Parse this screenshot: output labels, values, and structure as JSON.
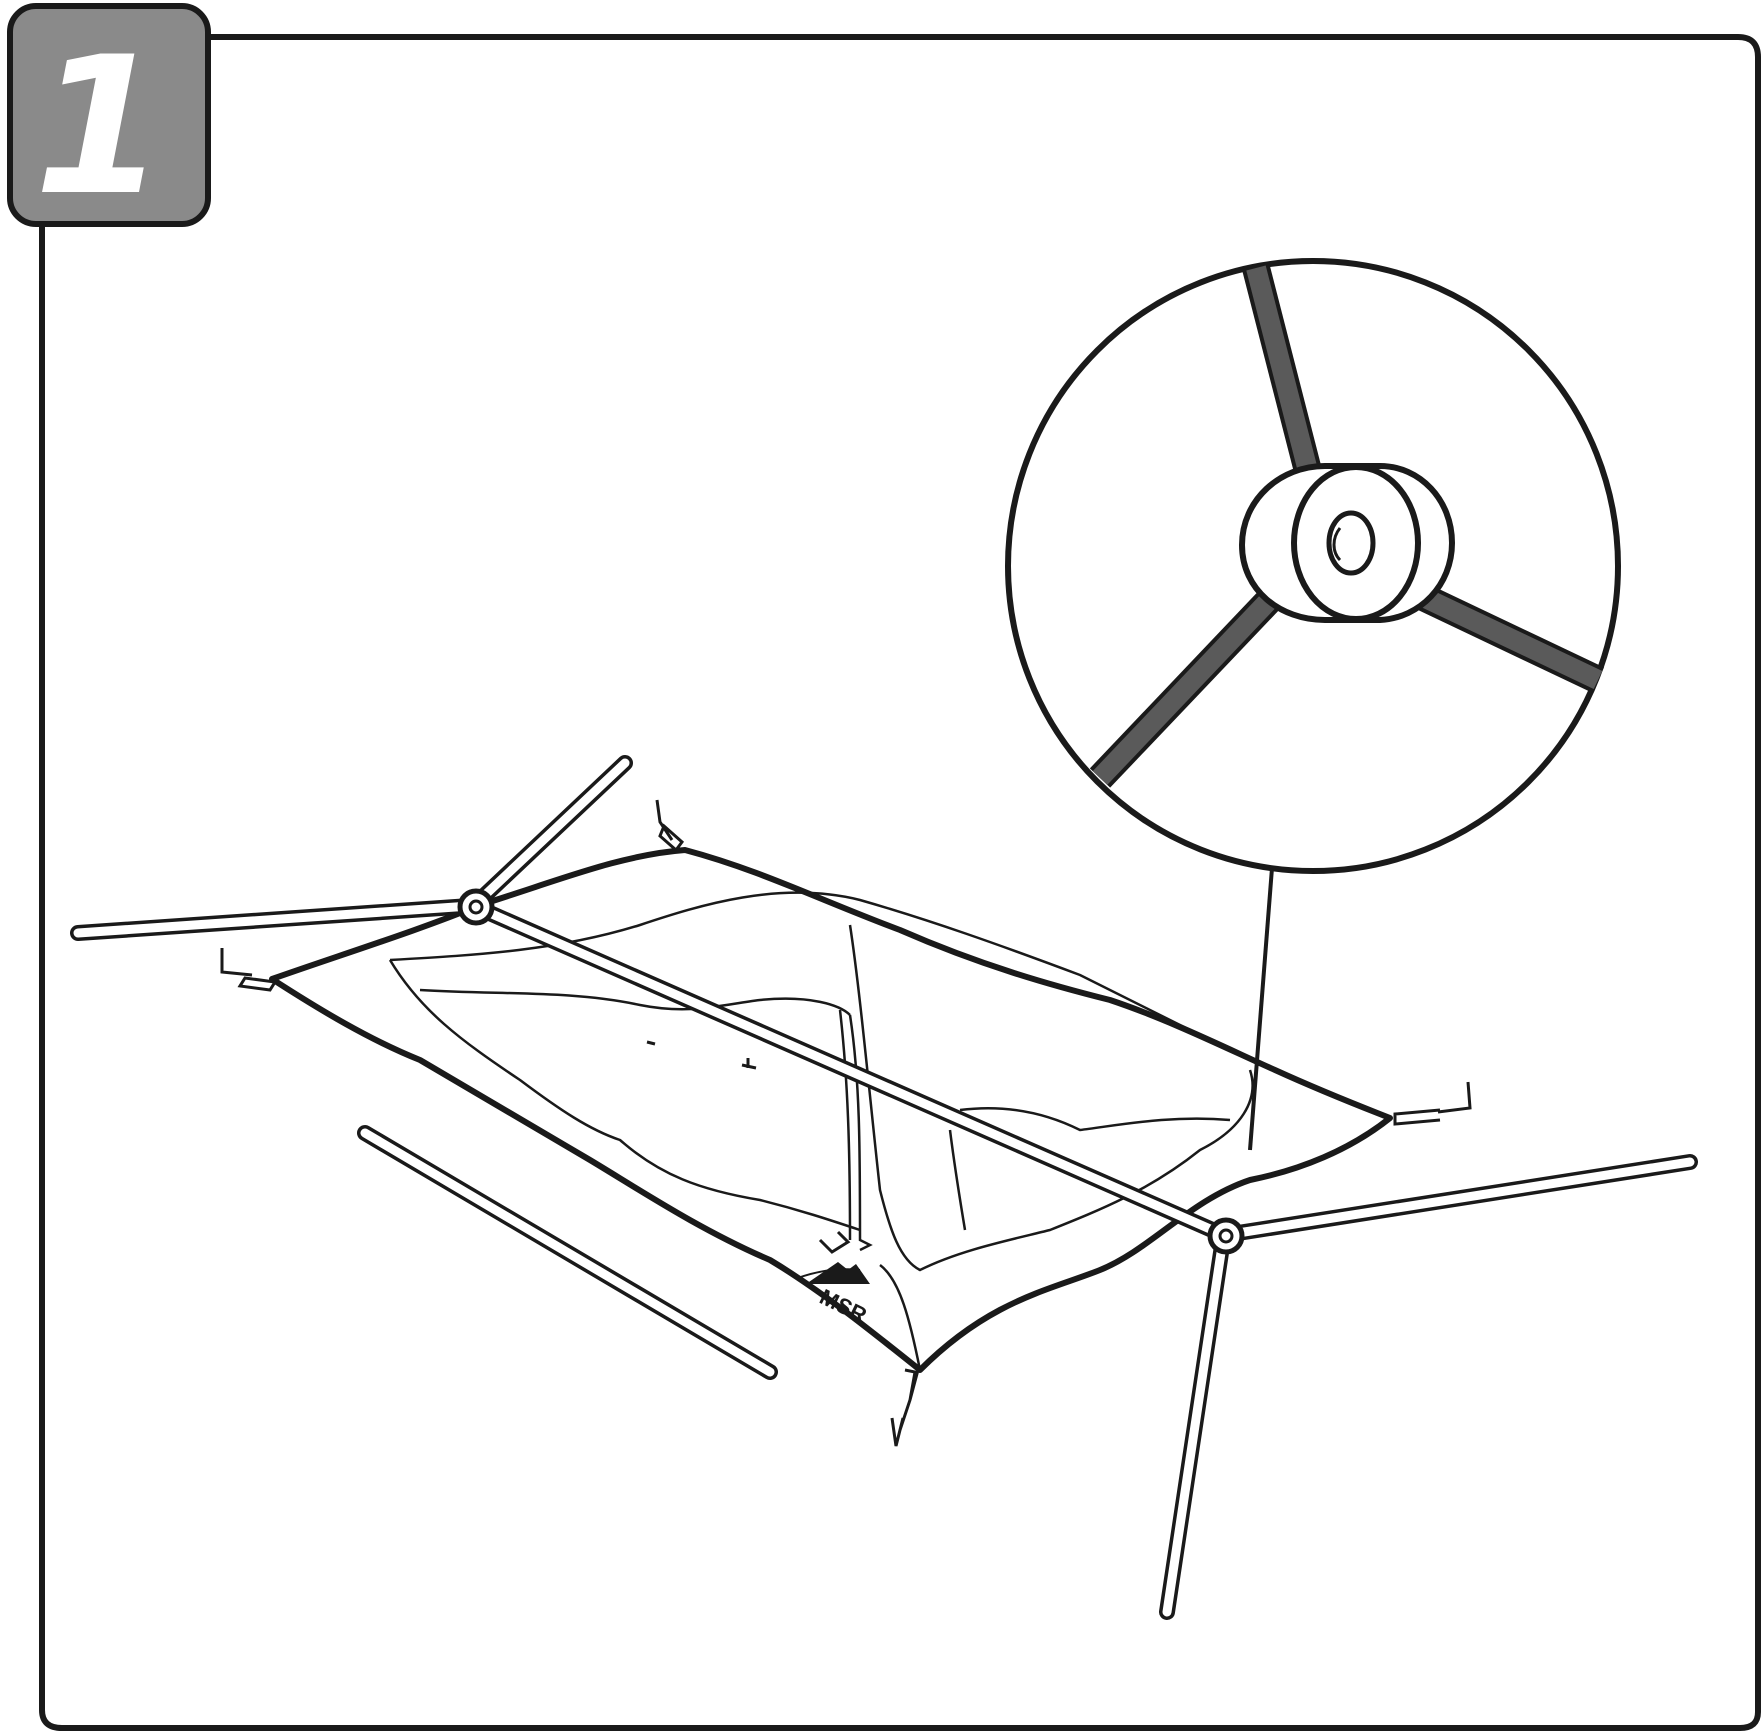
{
  "step": {
    "number": "1"
  },
  "logo": {
    "text": "MSR"
  },
  "colors": {
    "badge_fill": "#8a8a8a",
    "line": "#1a1a1a",
    "pole_dark": "#5a5a5a",
    "background": "#ffffff"
  },
  "icons": {
    "badge": "step-number-badge",
    "detail": "hub-closeup-magnifier",
    "brand": "msr-mountain-logo"
  }
}
